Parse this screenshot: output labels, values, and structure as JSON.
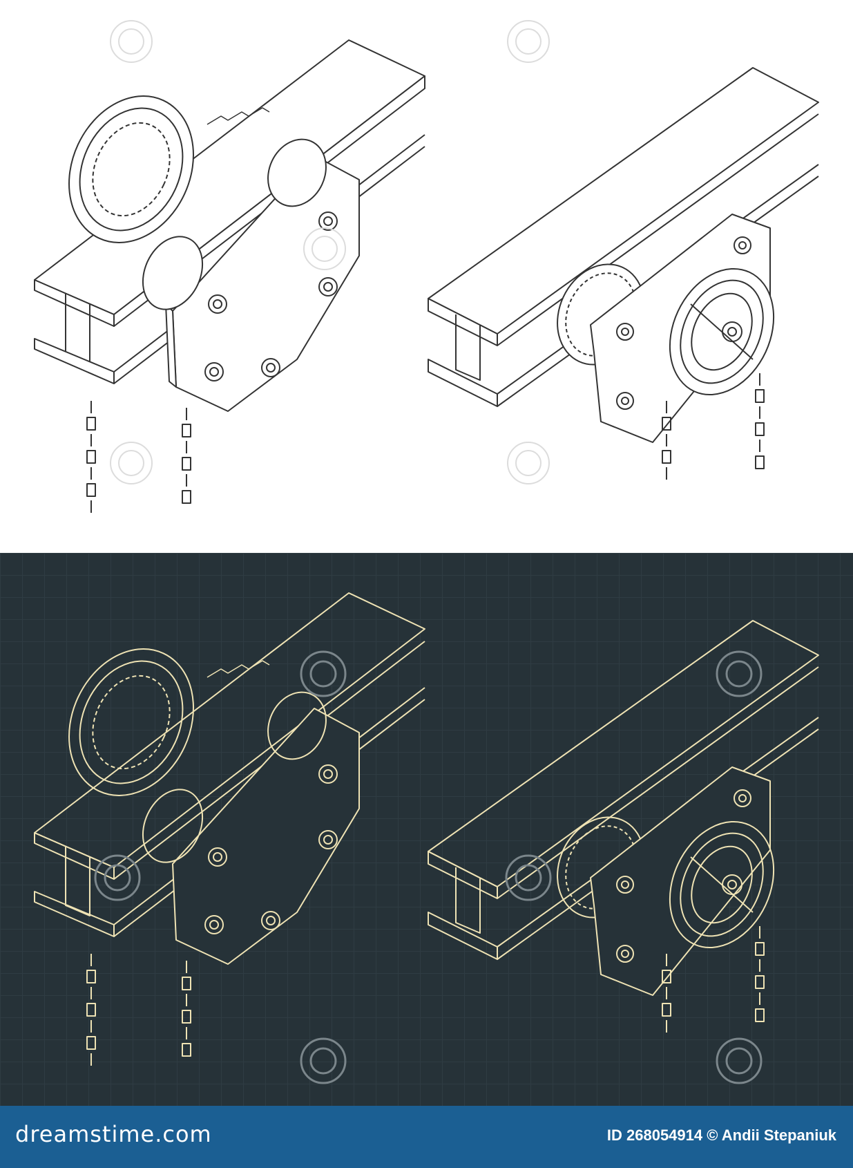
{
  "illustration": {
    "panels": [
      {
        "name": "light",
        "background": "#ffffff",
        "stroke": "#333333"
      },
      {
        "name": "dark",
        "background": "#263238",
        "stroke": "#efe3b4"
      }
    ],
    "watermark_text": "dreamstime"
  },
  "footer": {
    "brand": "dreamstime.com",
    "image_id_label": "ID 268054914",
    "author": "© Andii Stepaniuk",
    "background": "#1b5f93"
  }
}
